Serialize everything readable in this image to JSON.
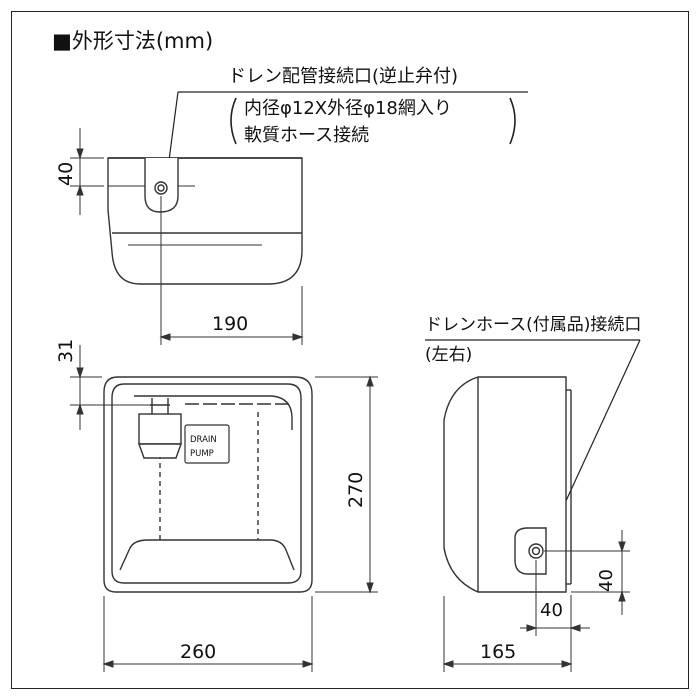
{
  "title": "■外形寸法(mm)",
  "callouts": {
    "drain_outlet_line1": "ドレン配管接続口(逆止弁付)",
    "drain_outlet_line2": "内径φ12X外径φ18網入り",
    "drain_outlet_line3": "軟質ホース接続",
    "hose_outlet_line1": "ドレンホース(付属品)接続口",
    "hose_outlet_line2": "(左右)"
  },
  "label_plate": {
    "line1": "DRAIN",
    "line2": "PUMP"
  },
  "dimensions": {
    "top_depth": "40",
    "top_width": "190",
    "front_top_offset": "31",
    "front_height": "270",
    "front_width": "260",
    "side_depth": "165",
    "side_outlet_height": "40",
    "side_outlet_offset": "40"
  }
}
